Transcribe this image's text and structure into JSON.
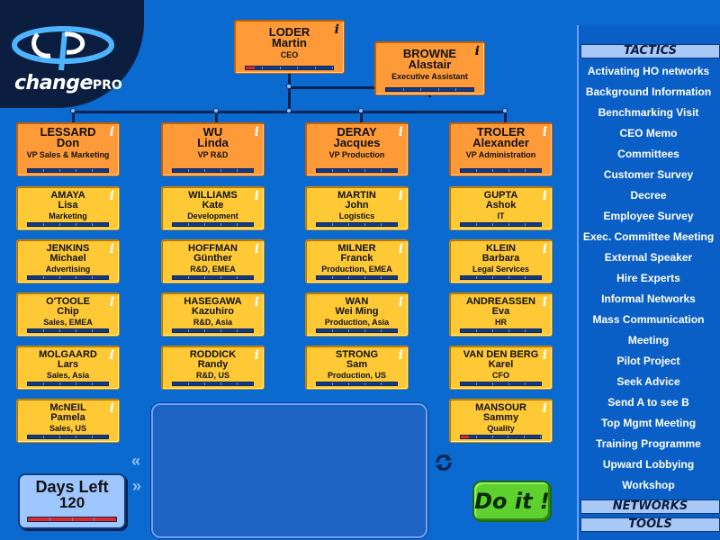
{
  "logo": {
    "text": "change",
    "suffix": "PRO"
  },
  "executives": {
    "ceo": {
      "surname": "LODER",
      "first": "Martin",
      "role": "CEO",
      "progress": 0.1
    },
    "assistant": {
      "surname": "BROWNE",
      "first": "Alastair",
      "role": "Executive Assistant",
      "progress": 0
    }
  },
  "columns": [
    {
      "head": {
        "surname": "LESSARD",
        "first": "Don",
        "role": "VP Sales & Marketing"
      },
      "members": [
        {
          "surname": "AMAYA",
          "first": "Lisa",
          "role": "Marketing"
        },
        {
          "surname": "JENKINS",
          "first": "Michael",
          "role": "Advertising"
        },
        {
          "surname": "O'TOOLE",
          "first": "Chip",
          "role": "Sales, EMEA"
        },
        {
          "surname": "MOLGAARD",
          "first": "Lars",
          "role": "Sales, Asia"
        },
        {
          "surname": "McNEIL",
          "first": "Pamela",
          "role": "Sales, US"
        }
      ]
    },
    {
      "head": {
        "surname": "WU",
        "first": "Linda",
        "role": "VP R&D"
      },
      "members": [
        {
          "surname": "WILLIAMS",
          "first": "Kate",
          "role": "Development"
        },
        {
          "surname": "HOFFMAN",
          "first": "Günther",
          "role": "R&D, EMEA"
        },
        {
          "surname": "HASEGAWA",
          "first": "Kazuhiro",
          "role": "R&D, Asia"
        },
        {
          "surname": "RODDICK",
          "first": "Randy",
          "role": "R&D, US"
        }
      ]
    },
    {
      "head": {
        "surname": "DERAY",
        "first": "Jacques",
        "role": "VP Production"
      },
      "members": [
        {
          "surname": "MARTIN",
          "first": "John",
          "role": "Logistics"
        },
        {
          "surname": "MILNER",
          "first": "Franck",
          "role": "Production, EMEA"
        },
        {
          "surname": "WAN",
          "first": "Wei Ming",
          "role": "Production, Asia"
        },
        {
          "surname": "STRONG",
          "first": "Sam",
          "role": "Production, US"
        }
      ]
    },
    {
      "head": {
        "surname": "TROLER",
        "first": "Alexander",
        "role": "VP Administration"
      },
      "members": [
        {
          "surname": "GUPTA",
          "first": "Ashok",
          "role": "IT"
        },
        {
          "surname": "KLEIN",
          "first": "Barbara",
          "role": "Legal Services"
        },
        {
          "surname": "ANDREASSEN",
          "first": "Eva",
          "role": "HR"
        },
        {
          "surname": "VAN DEN BERG",
          "first": "Karel",
          "role": "CFO"
        },
        {
          "surname": "MANSOUR",
          "first": "Sammy",
          "role": "Quality",
          "progress": 0.1
        }
      ]
    }
  ],
  "info_label": "i",
  "days": {
    "title": "Days Left",
    "value": "120"
  },
  "do_it": "Do it !",
  "nav": {
    "prev": "«",
    "next": "»"
  },
  "sidebar": {
    "tactics_title": "TACTICS",
    "networks_title": "NETWORKS",
    "tools_title": "TOOLS",
    "tactics": [
      "Activating HO networks",
      "Background Information",
      "Benchmarking Visit",
      "CEO Memo",
      "Committees",
      "Customer Survey",
      "Decree",
      "Employee Survey",
      "Exec. Committee Meeting",
      "External Speaker",
      "Hire Experts",
      "Informal Networks",
      "Mass Communication",
      "Meeting",
      "Pilot Project",
      "Seek Advice",
      "Send A to see B",
      "Top Mgmt Meeting",
      "Training Programme",
      "Upward Lobbying",
      "Workshop"
    ]
  },
  "colors": {
    "background": "#0a6ad0",
    "card": "#ffc935",
    "exec_card": "#ff9a38",
    "progress": "#e02a2a",
    "doit": "#5fd12e"
  }
}
